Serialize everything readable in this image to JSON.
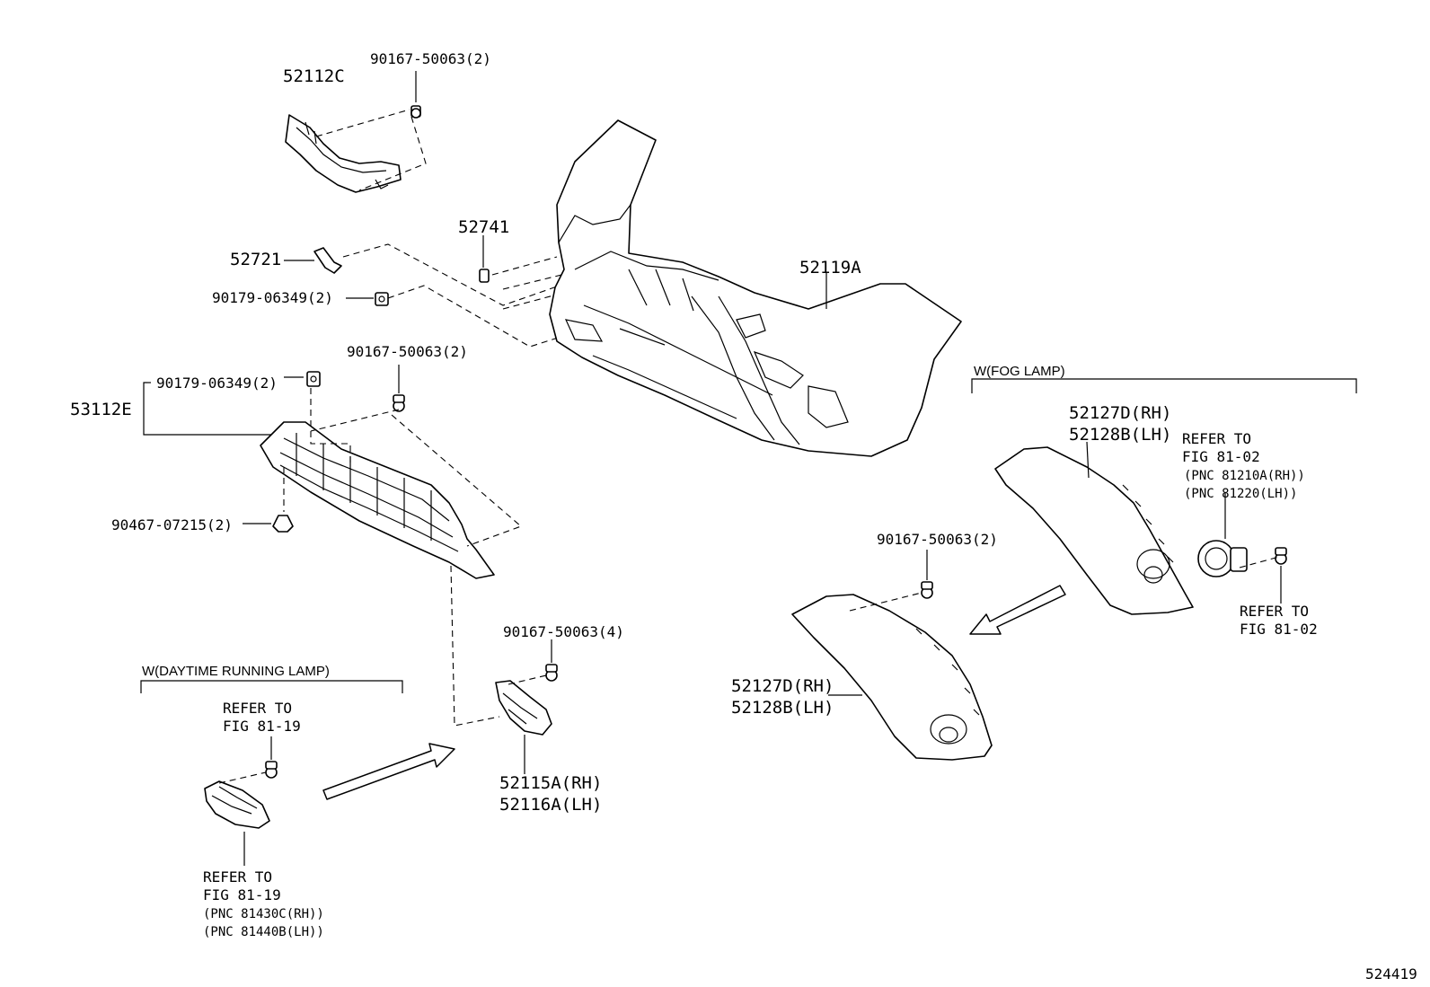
{
  "labels": {
    "p52112C": "52112C",
    "p90167_top": "90167-50063(2)",
    "p52741": "52741",
    "p52721": "52721",
    "p90179_a": "90179-06349(2)",
    "p52119A": "52119A",
    "p90167_mid": "90167-50063(2)",
    "p90179_b": "90179-06349(2)",
    "p53112E": "53112E",
    "p90467": "90467-07215(2)",
    "fog_header": "W(FOG LAMP)",
    "fog_rh": "52127D(RH)",
    "fog_lh": "52128B(LH)",
    "fog_ref1_a": "REFER TO",
    "fog_ref1_b": "FIG 81-02",
    "fog_pnc_rh": "(PNC 81210A(RH))",
    "fog_pnc_lh": "(PNC 81220(LH))",
    "fog_ref2_a": "REFER TO",
    "fog_ref2_b": "FIG 81-02",
    "p90167_right": "90167-50063(2)",
    "cover_rh": "52127D(RH)",
    "cover_lh": "52128B(LH)",
    "p90167_br": "90167-50063(4)",
    "drl_header": "W(DAYTIME RUNNING LAMP)",
    "drl_ref1_a": "REFER TO",
    "drl_ref1_b": "FIG 81-19",
    "bracket_rh": "52115A(RH)",
    "bracket_lh": "52116A(LH)",
    "drl_ref2_a": "REFER TO",
    "drl_ref2_b": "FIG 81-19",
    "drl_pnc_rh": "(PNC 81430C(RH))",
    "drl_pnc_lh": "(PNC 81440B(LH))",
    "fig_id": "524419"
  }
}
